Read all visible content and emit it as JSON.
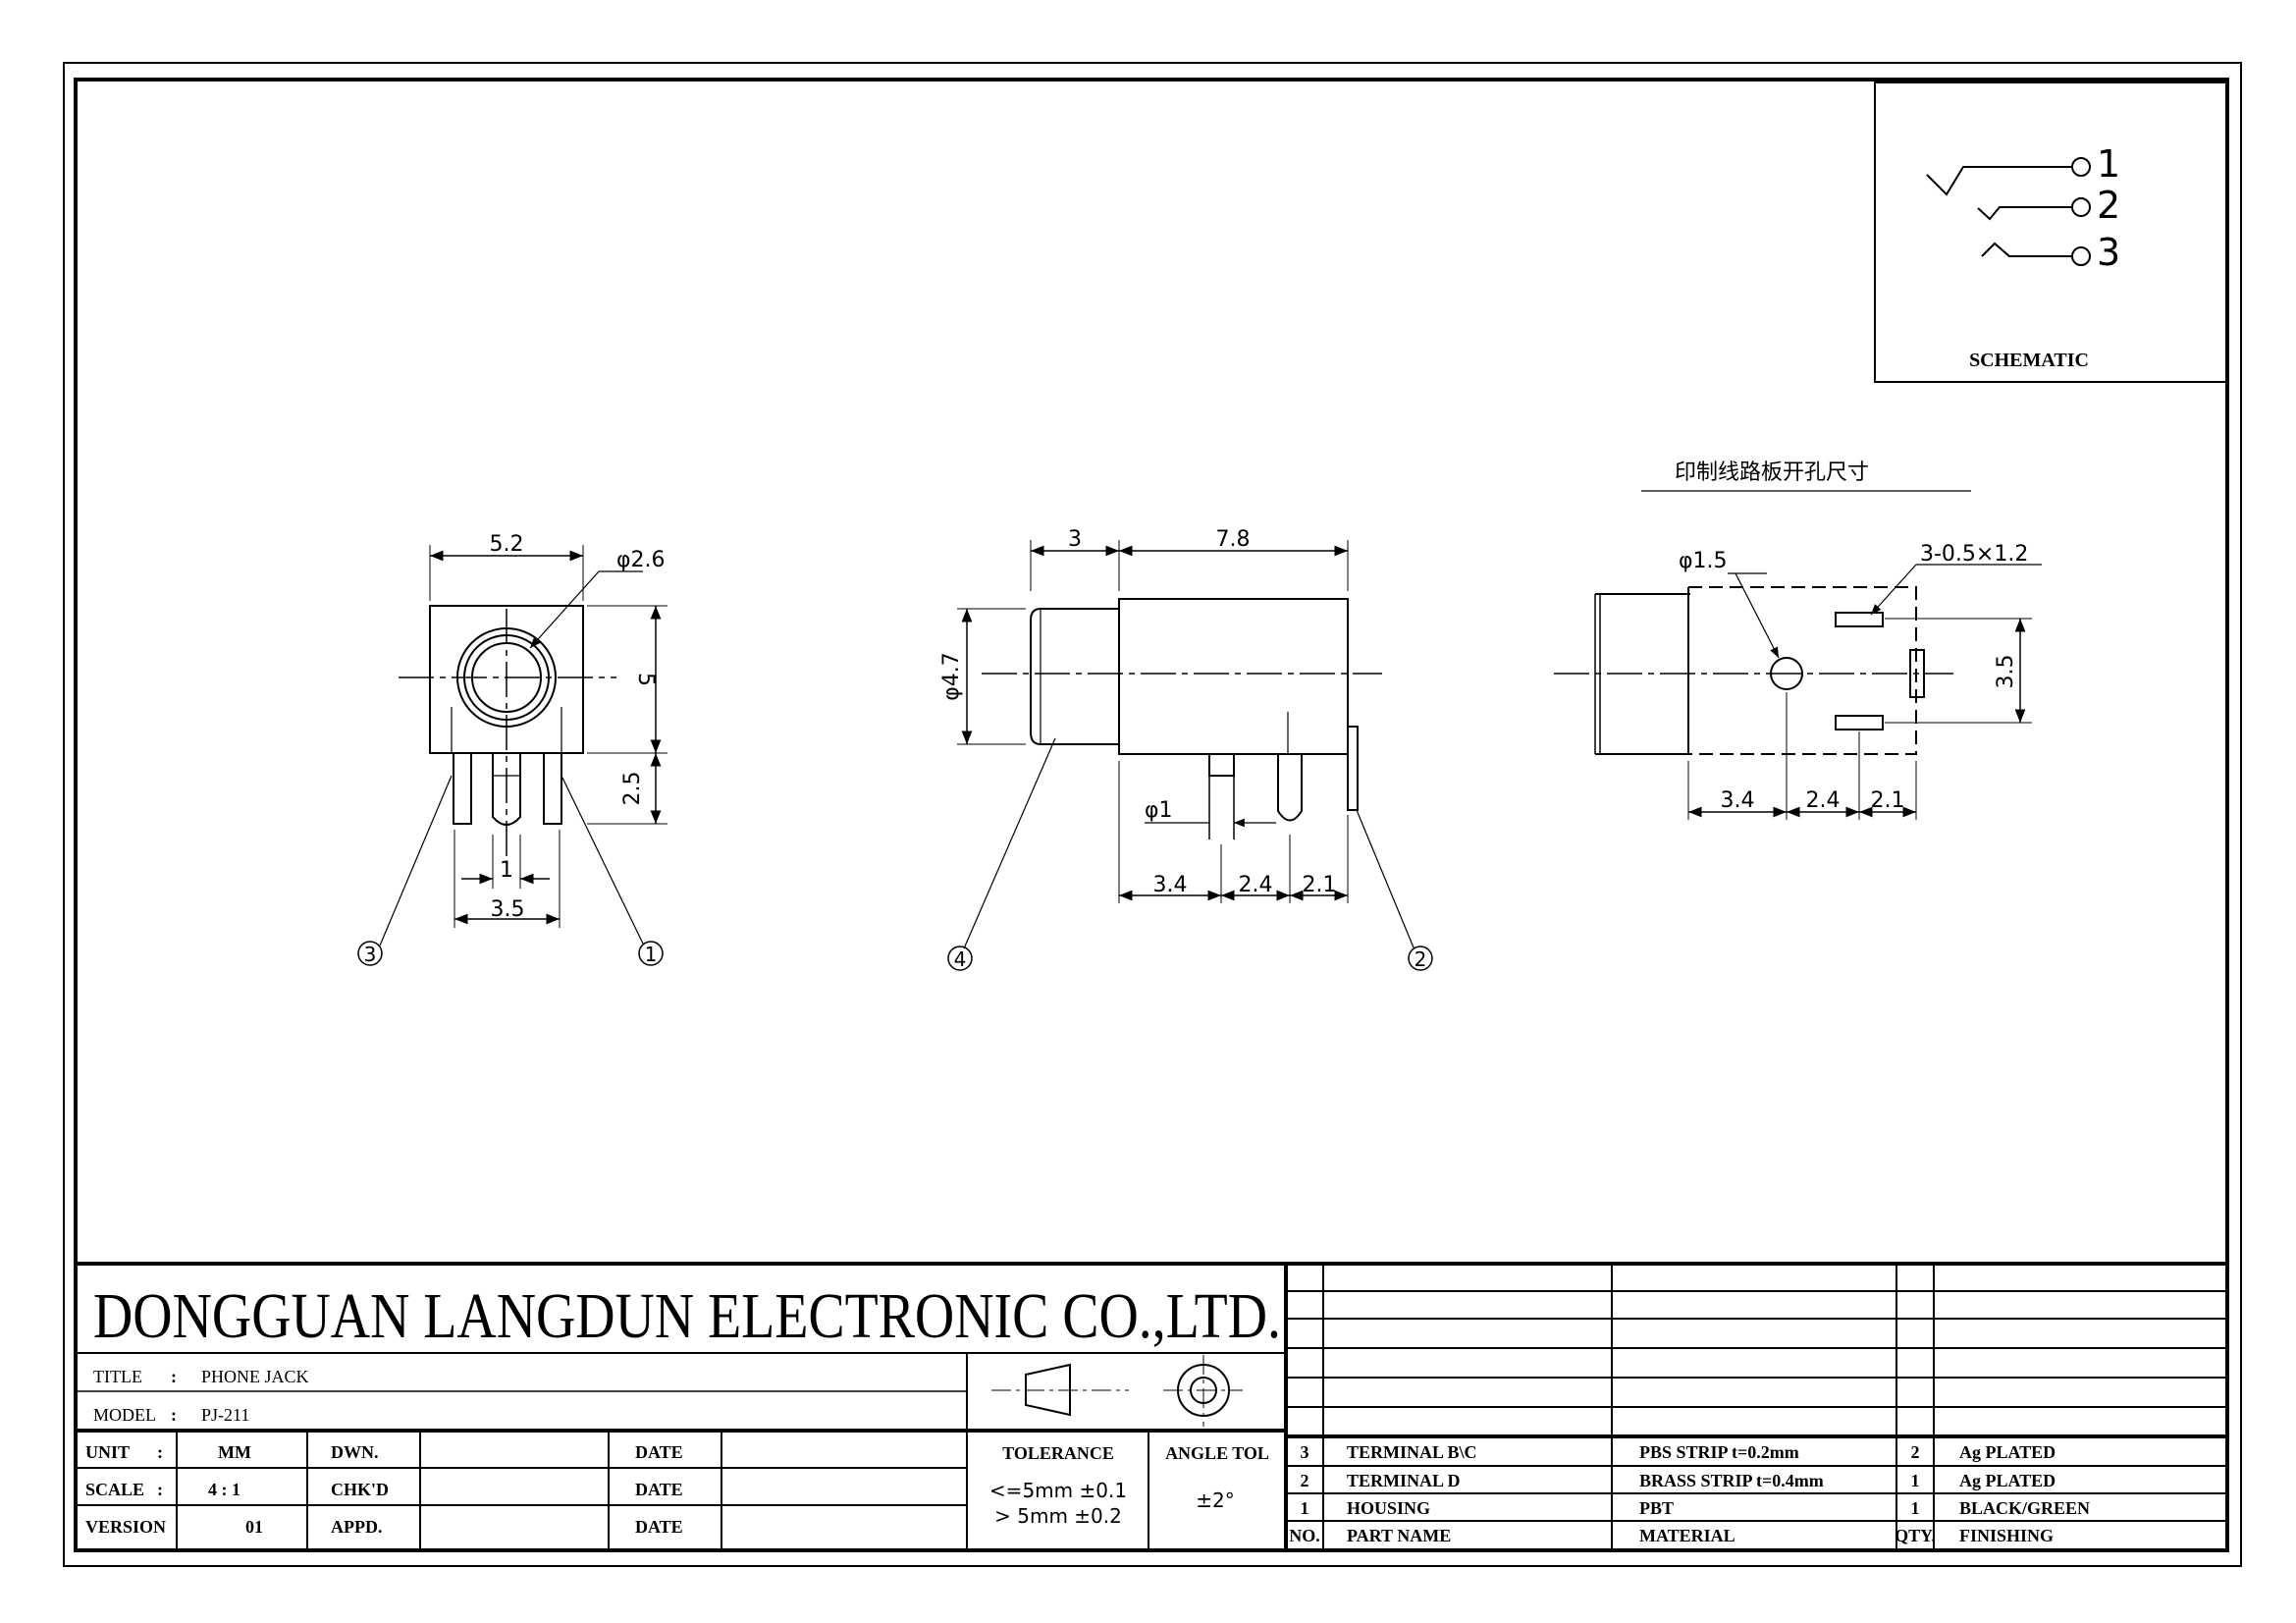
{
  "company": "DONGGUAN LANGDUN ELECTRONIC CO.,LTD.",
  "schematic": {
    "title": "SCHEMATIC",
    "pins": [
      "1",
      "2",
      "3"
    ]
  },
  "pcb_label": "印制线路板开孔尺寸",
  "front_view": {
    "dims": [
      "5.2",
      "φ2.6",
      "5",
      "2.5",
      "1",
      "3.5"
    ],
    "balloons": [
      "3",
      "1"
    ]
  },
  "side_view": {
    "dims": [
      "3",
      "7.8",
      "φ4.7",
      "φ1",
      "3.4",
      "2.4",
      "2.1"
    ],
    "balloons": [
      "4",
      "2"
    ]
  },
  "pcb_view": {
    "dims": [
      "φ1.5",
      "3-0.5×1.2",
      "3.5",
      "3.4",
      "2.4",
      "2.1"
    ]
  },
  "title_block": {
    "title_label": "TITLE",
    "title_value": "PHONE JACK",
    "model_label": "MODEL",
    "model_value": "PJ-211",
    "unit_label": "UNIT",
    "unit_value": "MM",
    "scale_label": "SCALE",
    "scale_value": "4 : 1",
    "version_label": "VERSION",
    "version_value": "01",
    "dwn": "DWN.",
    "chkd": "CHK'D",
    "appd": "APPD.",
    "date": "DATE",
    "tolerance_label": "TOLERANCE",
    "tol_1": "<=5mm  ±0.1",
    "tol_2": "> 5mm  ±0.2",
    "angle_label": "ANGLE TOL",
    "angle_value": "±2°"
  },
  "bom": {
    "header": [
      "NO.",
      "PART  NAME",
      "MATERIAL",
      "QTY.",
      "FINISHING"
    ],
    "rows": [
      [
        "3",
        "TERMINAL B\\C",
        "PBS STRIP   t=0.2mm",
        "2",
        "Ag PLATED"
      ],
      [
        "2",
        "TERMINAL D",
        "BRASS STRIP   t=0.4mm",
        "1",
        "Ag PLATED"
      ],
      [
        "1",
        "HOUSING",
        "PBT",
        "1",
        "BLACK/GREEN"
      ]
    ]
  }
}
